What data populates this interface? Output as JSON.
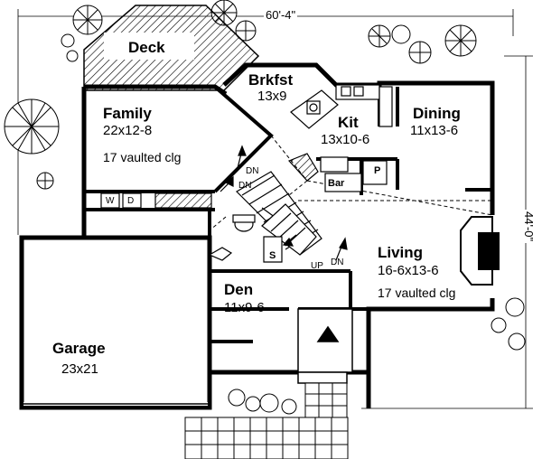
{
  "dimensions": {
    "width": "60'-4\"",
    "depth": "44'-0\""
  },
  "rooms": {
    "deck": {
      "name": "Deck"
    },
    "brkfst": {
      "name": "Brkfst",
      "size": "13x9"
    },
    "family": {
      "name": "Family",
      "size": "22x12-8",
      "note": "17 vaulted clg"
    },
    "kit": {
      "name": "Kit",
      "size": "13x10-6"
    },
    "dining": {
      "name": "Dining",
      "size": "11x13-6"
    },
    "living": {
      "name": "Living",
      "size": "16-6x13-6",
      "note": "17 vaulted clg"
    },
    "den": {
      "name": "Den",
      "size": "11x9-6"
    },
    "garage": {
      "name": "Garage",
      "size": "23x21"
    }
  },
  "fixtures": {
    "pantry": "P",
    "bar": "Bar",
    "washer": "W",
    "dryer": "D",
    "shower": "S"
  },
  "stairs": {
    "dn_1": "DN",
    "dn_2": "DN",
    "up": "UP",
    "dn_3": "DN"
  }
}
